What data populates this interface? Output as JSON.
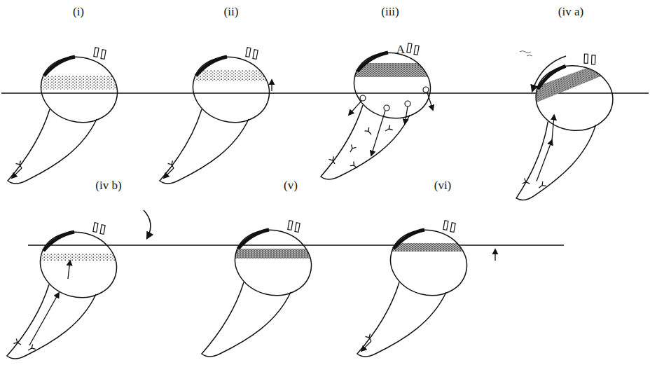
{
  "diagram": {
    "labels": [
      "(i)",
      "(ii)",
      "(iii)",
      "A",
      "(iv a)",
      "(iv b)",
      "(v)",
      "(vi)"
    ]
  }
}
